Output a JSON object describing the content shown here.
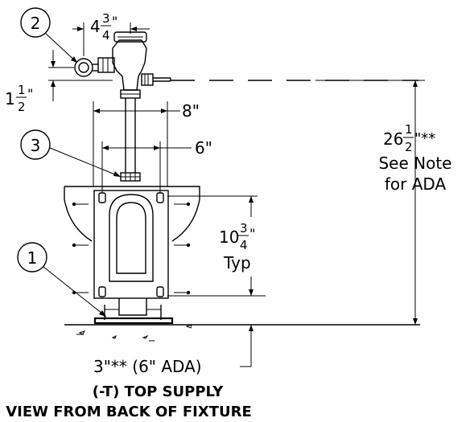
{
  "callouts": {
    "one": "1",
    "two": "2",
    "three": "3"
  },
  "dimensions": {
    "top_offset_whole": "4",
    "top_offset_frac_num": "3",
    "top_offset_frac_den": "4",
    "top_offset_suffix": "\"",
    "left_drop_whole": "1",
    "left_drop_frac_num": "1",
    "left_drop_frac_den": "2",
    "left_drop_suffix": "\"",
    "width_outer": "8\"",
    "width_inner": "6\"",
    "height_total_whole": "26",
    "height_total_frac_num": "1",
    "height_total_frac_den": "2",
    "height_total_suffix": "\"**",
    "height_note_1": "See Note",
    "height_note_2": "for ADA",
    "mount_whole": "10",
    "mount_frac_num": "3",
    "mount_frac_den": "4",
    "mount_suffix": "\"",
    "mount_note": "Typ",
    "bottom_offset": "3\"** (6\" ADA)"
  },
  "captions": {
    "line1": "(-T) TOP SUPPLY",
    "line2": "VIEW FROM BACK OF FIXTURE"
  }
}
